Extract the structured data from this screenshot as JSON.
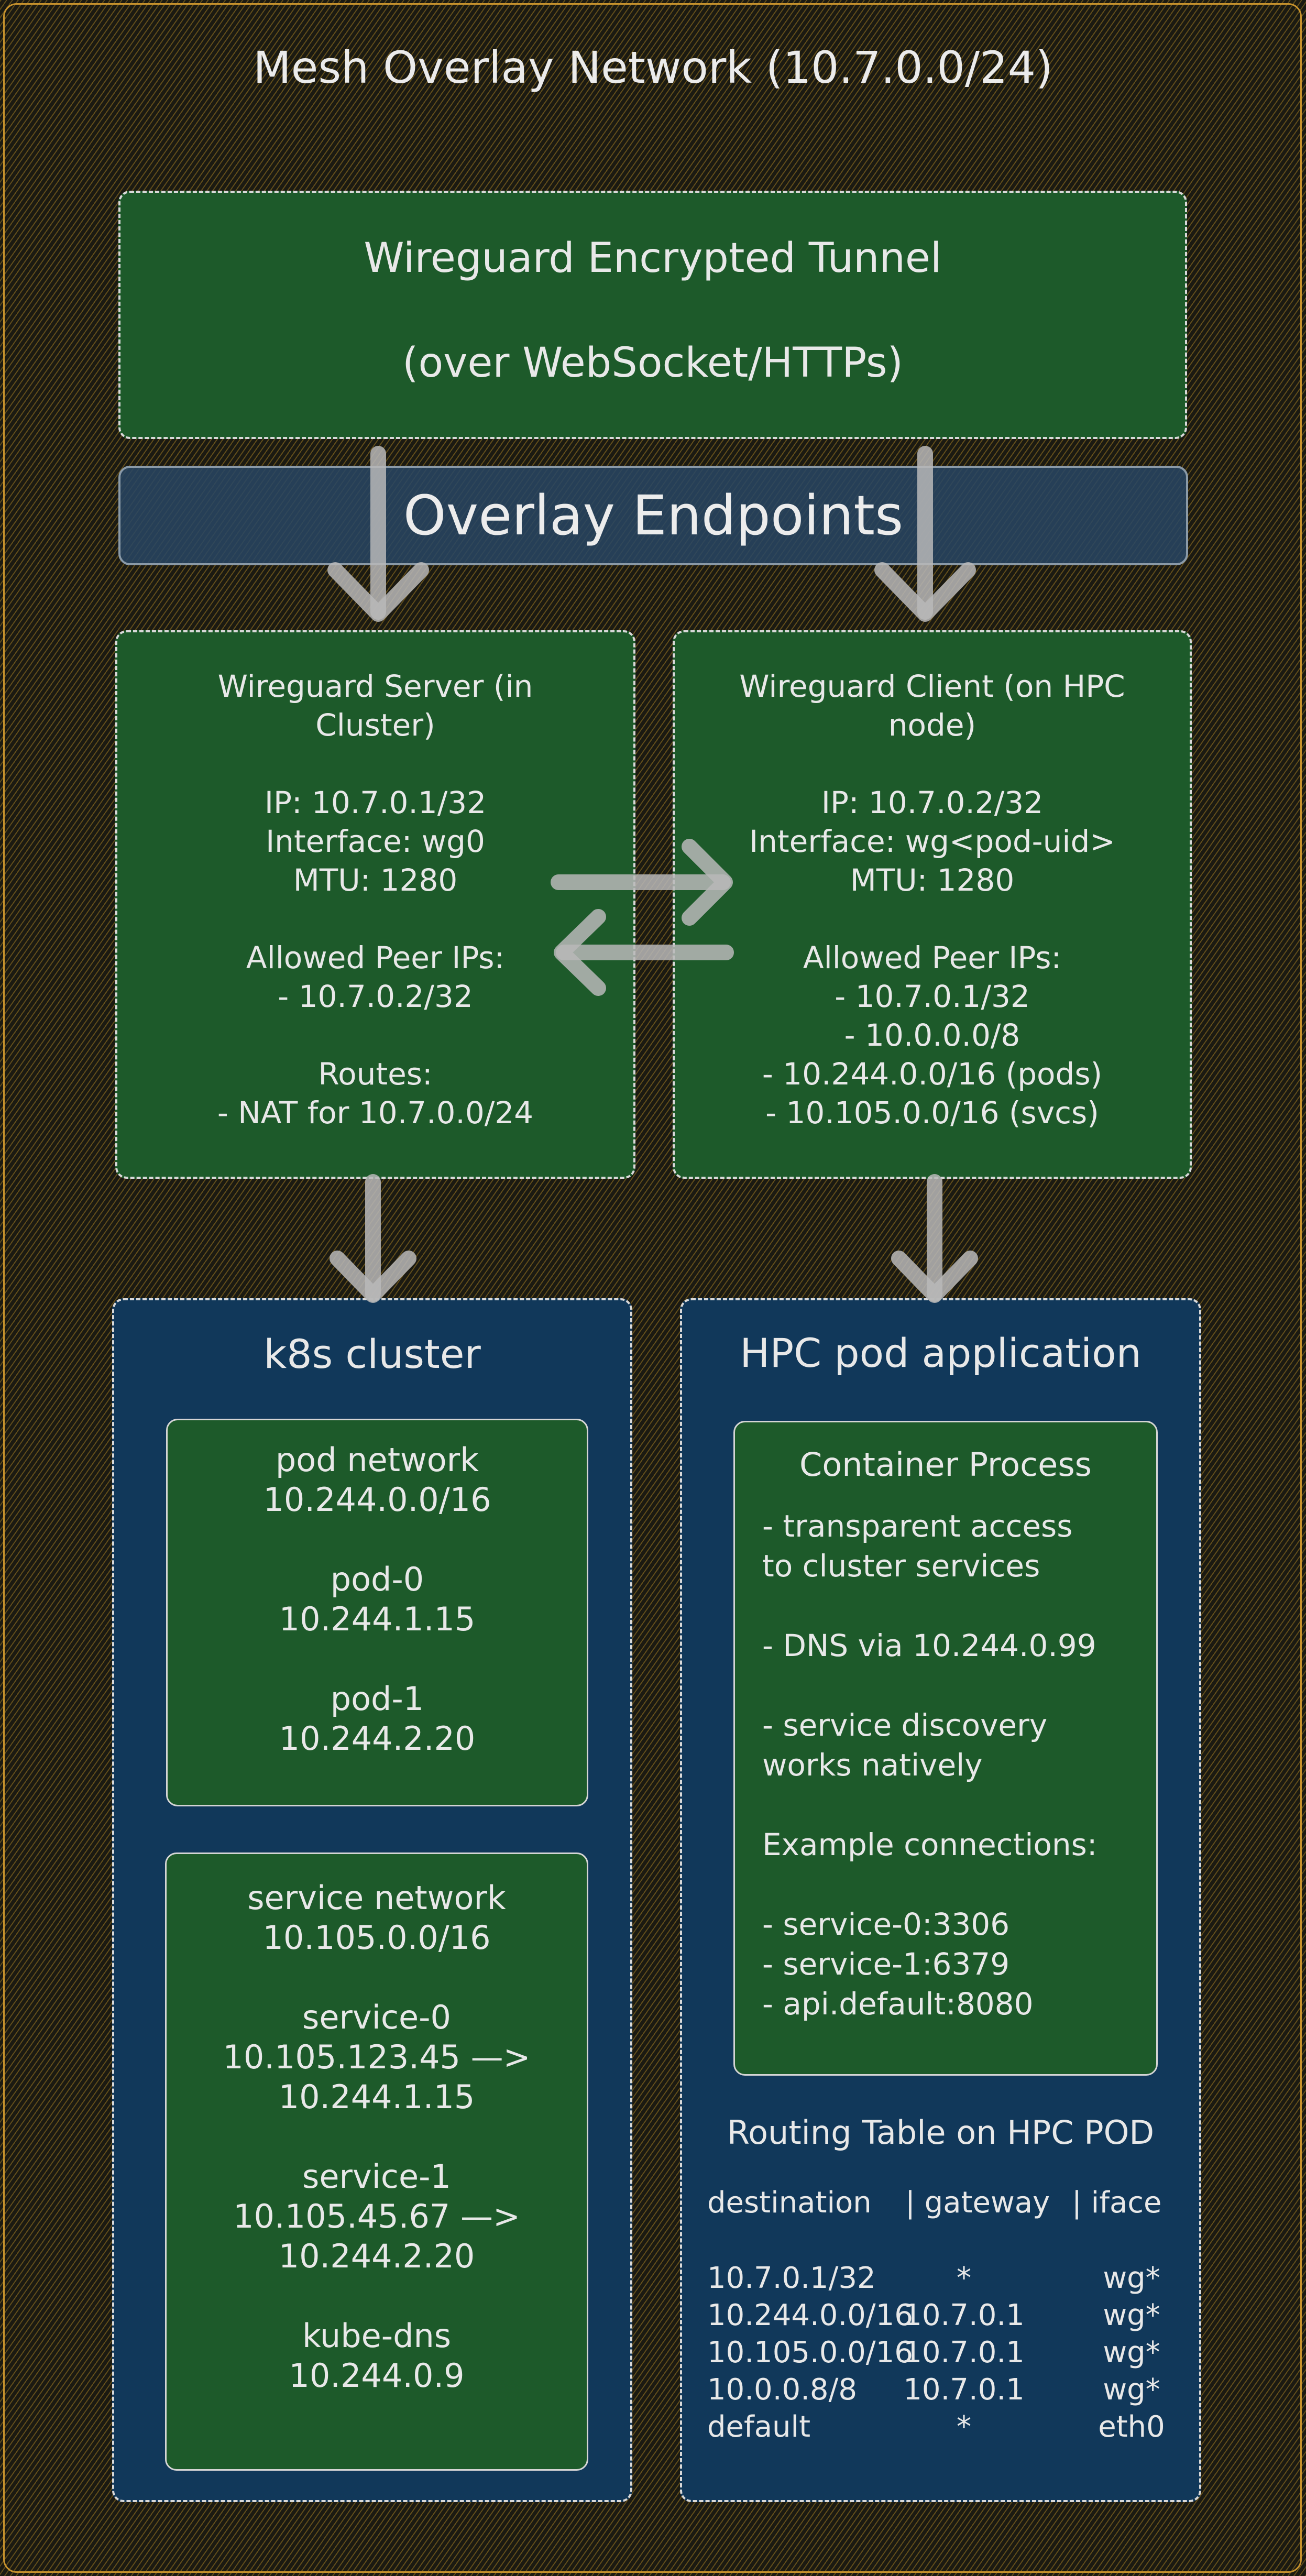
{
  "title": "Mesh Overlay Network (10.7.0.0/24)",
  "tunnel": {
    "line1": "Wireguard Encrypted Tunnel",
    "line2": "(over WebSocket/HTTPs)"
  },
  "overlay_label": "Overlay Endpoints",
  "server": {
    "text": "Wireguard Server (in\nCluster)\n\nIP: 10.7.0.1/32\nInterface: wg0\nMTU: 1280\n\nAllowed Peer IPs:\n- 10.7.0.2/32\n\nRoutes:\n- NAT for 10.7.0.0/24"
  },
  "client": {
    "text": "Wireguard Client (on HPC\nnode)\n\nIP: 10.7.0.2/32\nInterface: wg<pod-uid>\nMTU: 1280\n\nAllowed Peer IPs:\n- 10.7.0.1/32\n- 10.0.0.0/8\n- 10.244.0.0/16 (pods)\n- 10.105.0.0/16 (svcs)"
  },
  "k8s": {
    "title": "k8s cluster",
    "pod_network": "pod network\n10.244.0.0/16\n\npod-0\n10.244.1.15\n\npod-1\n10.244.2.20",
    "service_network": "service network\n10.105.0.0/16\n\nservice-0\n10.105.123.45 —>\n10.244.1.15\n\nservice-1\n10.105.45.67 —>\n10.244.2.20\n\nkube-dns\n10.244.0.9"
  },
  "hpc": {
    "title": "HPC pod application",
    "container_title": "Container Process",
    "container_body": "- transparent access\nto cluster services\n\n- DNS via 10.244.0.99\n\n- service discovery\nworks natively\n\nExample connections:\n\n- service-0:3306\n- service-1:6379\n- api.default:8080",
    "routing_title": "Routing Table on HPC POD",
    "routing_header": [
      "destination",
      "| gateway",
      "| iface"
    ],
    "routing_rows": [
      [
        "10.7.0.1/32",
        "*",
        "wg*"
      ],
      [
        "10.244.0.0/16",
        "10.7.0.1",
        "wg*"
      ],
      [
        "10.105.0.0/16",
        "10.7.0.1",
        "wg*"
      ],
      [
        "10.0.0.8/8",
        "10.7.0.1",
        "wg*"
      ],
      [
        "default",
        "*",
        "eth0"
      ]
    ]
  },
  "colors": {
    "background": "#1b1a12",
    "frame": "#c6922d",
    "green_box": "#1d5a2a",
    "blue_box": "#11385a",
    "arrow": "#b8b8b8"
  }
}
